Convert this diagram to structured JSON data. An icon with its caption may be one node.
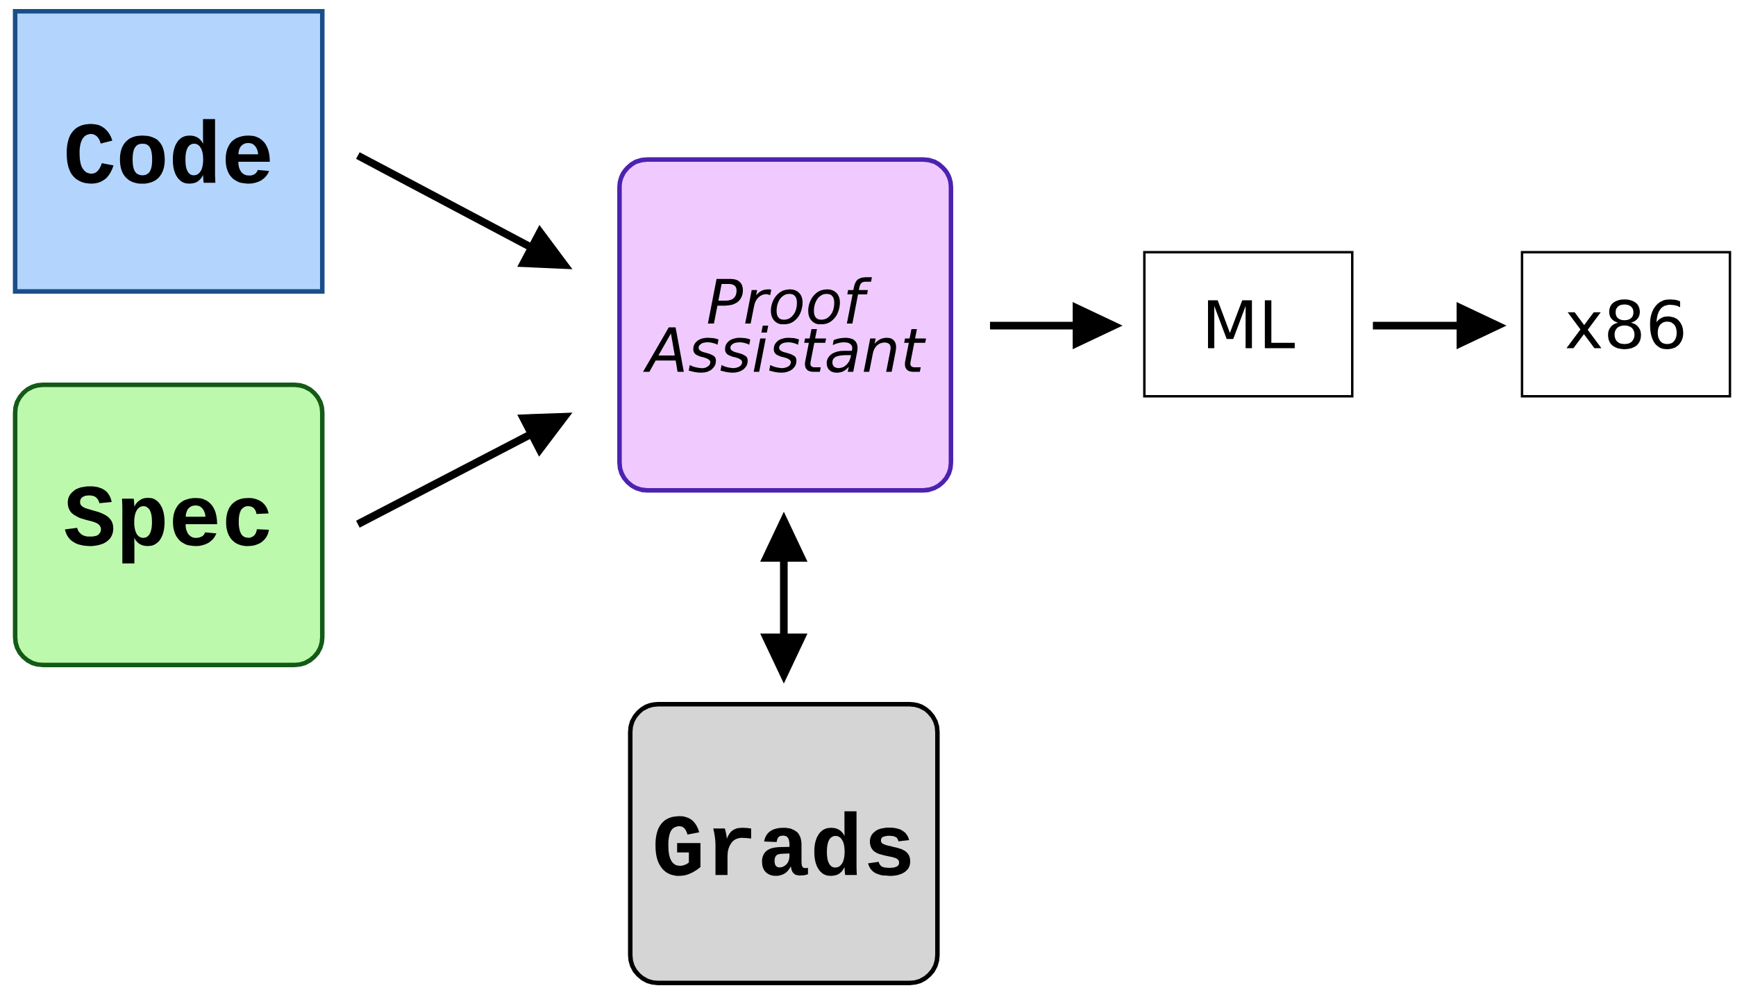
{
  "diagram": {
    "nodes": [
      {
        "text": [
          "Code"
        ]
      },
      {
        "text": [
          "Spec"
        ]
      },
      {
        "text": [
          "Proof Assistant"
        ]
      },
      {
        "text": [
          "ML"
        ]
      },
      {
        "text": [
          "x86"
        ]
      },
      {
        "text": [
          "Grads"
        ]
      }
    ],
    "edges": [
      {
        "from": 0,
        "to": 2,
        "arrow": "to"
      },
      {
        "from": 1,
        "to": 2,
        "arrow": "to"
      },
      {
        "from": 2,
        "to": 3,
        "arrow": "to"
      },
      {
        "from": 3,
        "to": 4,
        "arrow": "to"
      },
      {
        "from": 2,
        "to": 5,
        "arrow": "both"
      }
    ]
  }
}
